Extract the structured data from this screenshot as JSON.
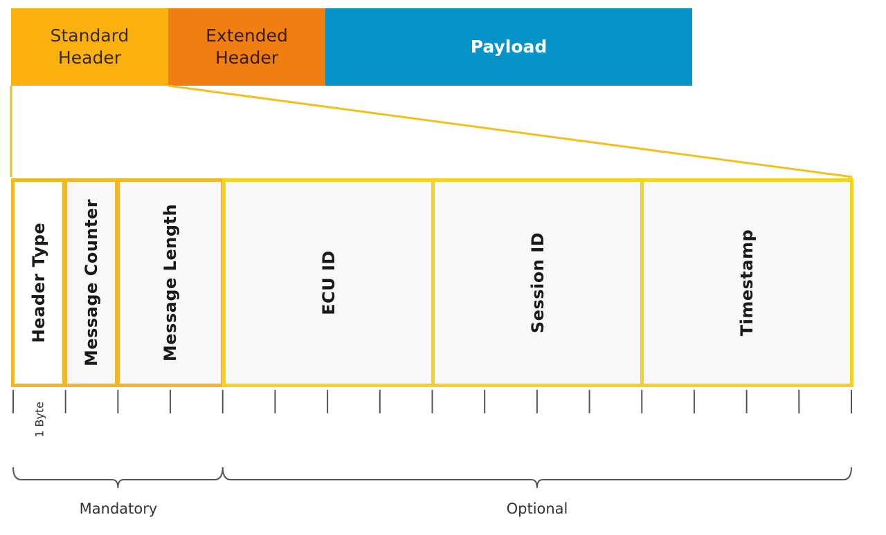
{
  "top_bar": {
    "standard_header": {
      "label": "Standard\nHeader",
      "color": "#fbb210",
      "text_color": "#3a2a00"
    },
    "extended_header": {
      "label": "Extended\nHeader",
      "color": "#ee7f10",
      "text_color": "#3a1c00"
    },
    "payload": {
      "label": "Payload",
      "color": "#0693c8",
      "text_color": "#ffffff"
    }
  },
  "fields": [
    {
      "label": "Header Type",
      "group": "mandatory",
      "bytes": 1
    },
    {
      "label": "Message Counter",
      "group": "mandatory",
      "bytes": 1
    },
    {
      "label": "Message Length",
      "group": "mandatory",
      "bytes": 2
    },
    {
      "label": "ECU ID",
      "group": "optional",
      "bytes": 4
    },
    {
      "label": "Session ID",
      "group": "optional",
      "bytes": 4
    },
    {
      "label": "Timestamp",
      "group": "optional",
      "bytes": 4
    }
  ],
  "byte_unit_label": "1 Byte",
  "groups": {
    "mandatory": {
      "label": "Mandatory"
    },
    "optional": {
      "label": "Optional"
    }
  },
  "colors": {
    "mandatory_border": "#f2b62b",
    "optional_border": "#f5d21e",
    "zoom_line": "#f0c020",
    "axis": "#555555"
  }
}
